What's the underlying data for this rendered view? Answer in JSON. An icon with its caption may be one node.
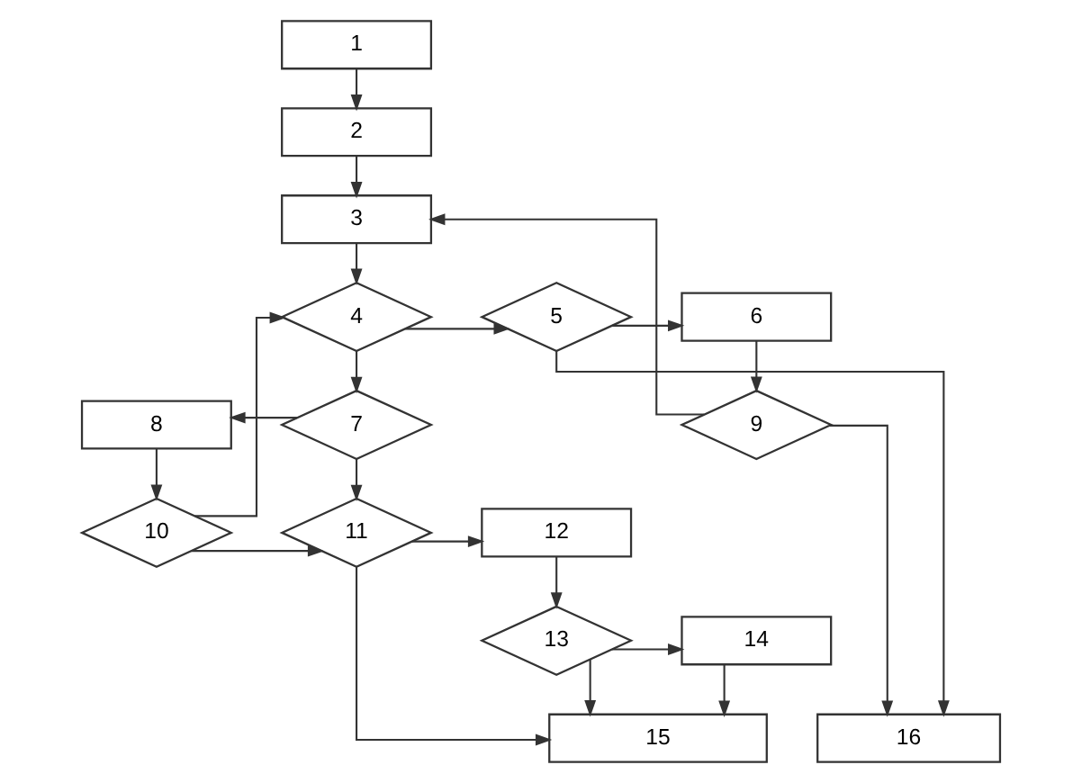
{
  "diagram": {
    "nodes": [
      {
        "text": [
          "1"
        ]
      },
      {
        "text": [
          "2"
        ]
      },
      {
        "text": [
          "3"
        ]
      },
      {
        "text": [
          "4"
        ]
      },
      {
        "text": [
          "5"
        ]
      },
      {
        "text": [
          "6"
        ]
      },
      {
        "text": [
          "7"
        ]
      },
      {
        "text": [
          "8"
        ]
      },
      {
        "text": [
          "9"
        ]
      },
      {
        "text": [
          "10"
        ]
      },
      {
        "text": [
          "11"
        ]
      },
      {
        "text": [
          "12"
        ]
      },
      {
        "text": [
          "13"
        ]
      },
      {
        "text": [
          "14"
        ]
      },
      {
        "text": [
          "15"
        ]
      },
      {
        "text": [
          "16"
        ]
      }
    ],
    "edges": [
      {
        "from": 0,
        "to": 1,
        "arrow": "to"
      },
      {
        "from": 1,
        "to": 2,
        "arrow": "to"
      },
      {
        "from": 2,
        "to": 3,
        "arrow": "to"
      },
      {
        "from": 3,
        "to": 4,
        "arrow": "to"
      },
      {
        "from": 3,
        "to": 6,
        "arrow": "to"
      },
      {
        "from": 4,
        "to": 5,
        "arrow": "to"
      },
      {
        "from": 4,
        "to": 15,
        "arrow": "to"
      },
      {
        "from": 5,
        "to": 8,
        "arrow": "to"
      },
      {
        "from": 8,
        "to": 2,
        "arrow": "to"
      },
      {
        "from": 8,
        "to": 15,
        "arrow": "to"
      },
      {
        "from": 6,
        "to": 7,
        "arrow": "to"
      },
      {
        "from": 6,
        "to": 10,
        "arrow": "to"
      },
      {
        "from": 7,
        "to": 9,
        "arrow": "to"
      },
      {
        "from": 9,
        "to": 3,
        "arrow": "to"
      },
      {
        "from": 9,
        "to": 10,
        "arrow": "to"
      },
      {
        "from": 10,
        "to": 11,
        "arrow": "to"
      },
      {
        "from": 10,
        "to": 14,
        "arrow": "to"
      },
      {
        "from": 11,
        "to": 12,
        "arrow": "to"
      },
      {
        "from": 12,
        "to": 13,
        "arrow": "to"
      },
      {
        "from": 12,
        "to": 14,
        "arrow": "to"
      },
      {
        "from": 13,
        "to": 14,
        "arrow": "to"
      }
    ]
  }
}
